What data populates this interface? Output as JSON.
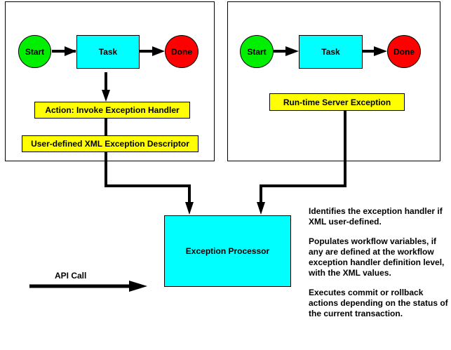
{
  "colors": {
    "start": "#00ee00",
    "done": "#ff0000",
    "task": "#00ffff",
    "label_box": "#ffff00",
    "processor": "#00ffff",
    "line": "#000000"
  },
  "left_panel": {
    "start_label": "Start",
    "task_label": "Task",
    "done_label": "Done",
    "action_label": "Action: Invoke Exception Handler",
    "descriptor_label": "User-defined XML Exception Descriptor"
  },
  "right_panel": {
    "start_label": "Start",
    "task_label": "Task",
    "done_label": "Done",
    "exception_label": "Run-time Server Exception"
  },
  "processor": {
    "label": "Exception Processor"
  },
  "api_call": {
    "label": "API Call"
  },
  "notes": [
    "Identifies the exception handler if XML user-defined.",
    "Populates workflow variables, if any are defined at the workflow exception handler definition level, with the XML values.",
    "Executes commit or rollback actions depending on the status of the current transaction."
  ]
}
